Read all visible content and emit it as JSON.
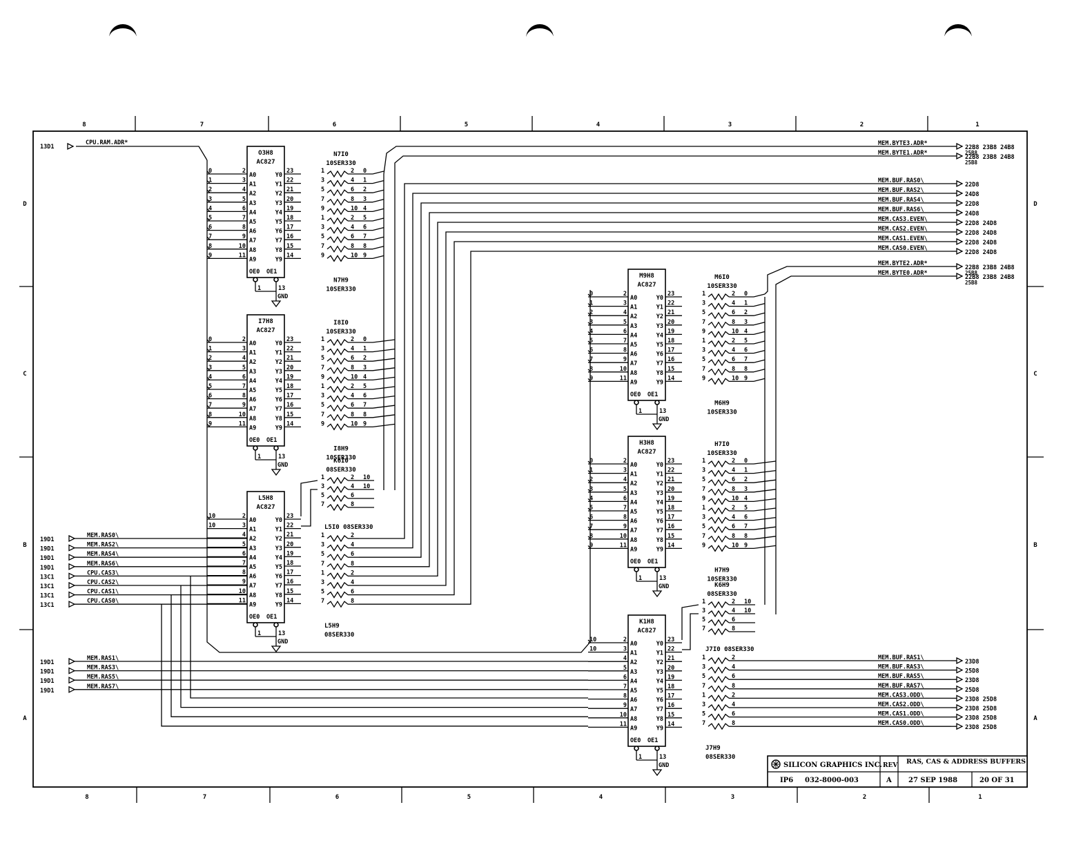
{
  "frame": {
    "columns": [
      "8",
      "7",
      "6",
      "5",
      "4",
      "3",
      "2",
      "1"
    ],
    "rows": [
      "D",
      "C",
      "B",
      "A"
    ]
  },
  "colors": {
    "ink": "#000000",
    "paper": "#ffffff"
  },
  "title_block": {
    "company": "SILICON GRAPHICS INC.",
    "rev_label": "REV",
    "rev": "A",
    "title": "RAS, CAS & ADDRESS BUFFERS",
    "doc_prefix": "IP6",
    "doc_number": "032-8000-003",
    "date": "27 SEP 1988",
    "sheet": "20 OF 31"
  },
  "top_input": {
    "ref": "13D1",
    "label": "CPU.RAM.ADR*"
  },
  "gnd_label": "GND",
  "buffers": [
    {
      "id": "O3H8",
      "type": "AC827",
      "oe": [
        "OE0",
        "OE1"
      ],
      "oe_pins": [
        "1",
        "13"
      ],
      "in_bits": [
        "0",
        "1",
        "2",
        "3",
        "4",
        "5",
        "6",
        "7",
        "8",
        "9"
      ],
      "a_pins": [
        "2",
        "3",
        "4",
        "5",
        "6",
        "7",
        "8",
        "9",
        "10",
        "11"
      ],
      "a_labels": [
        "A0",
        "A1",
        "A2",
        "A3",
        "A4",
        "A5",
        "A6",
        "A7",
        "A8",
        "A9"
      ],
      "y_pins": [
        "23",
        "22",
        "21",
        "20",
        "19",
        "18",
        "17",
        "16",
        "15",
        "14"
      ],
      "y_labels": [
        "Y0",
        "Y1",
        "Y2",
        "Y3",
        "Y4",
        "Y5",
        "Y6",
        "Y7",
        "Y8",
        "Y9"
      ]
    },
    {
      "id": "I7H8",
      "type": "AC827",
      "oe": [
        "OE0",
        "OE1"
      ],
      "oe_pins": [
        "1",
        "13"
      ],
      "in_bits": [
        "0",
        "1",
        "2",
        "3",
        "4",
        "5",
        "6",
        "7",
        "8",
        "9"
      ],
      "a_pins": [
        "2",
        "3",
        "4",
        "5",
        "6",
        "7",
        "8",
        "9",
        "10",
        "11"
      ],
      "a_labels": [
        "A0",
        "A1",
        "A2",
        "A3",
        "A4",
        "A5",
        "A6",
        "A7",
        "A8",
        "A9"
      ],
      "y_pins": [
        "23",
        "22",
        "21",
        "20",
        "19",
        "18",
        "17",
        "16",
        "15",
        "14"
      ],
      "y_labels": [
        "Y0",
        "Y1",
        "Y2",
        "Y3",
        "Y4",
        "Y5",
        "Y6",
        "Y7",
        "Y8",
        "Y9"
      ]
    },
    {
      "id": "L5H8",
      "type": "AC827",
      "oe": [
        "OE0",
        "OE1"
      ],
      "oe_pins": [
        "1",
        "13"
      ],
      "in_bits": [
        "10",
        "10",
        "",
        "",
        "",
        "",
        "",
        "",
        "",
        ""
      ],
      "a_pins": [
        "2",
        "3",
        "4",
        "5",
        "6",
        "7",
        "8",
        "9",
        "10",
        "11"
      ],
      "a_labels": [
        "A0",
        "A1",
        "A2",
        "A3",
        "A4",
        "A5",
        "A6",
        "A7",
        "A8",
        "A9"
      ],
      "y_pins": [
        "23",
        "22",
        "21",
        "20",
        "19",
        "18",
        "17",
        "16",
        "15",
        "14"
      ],
      "y_labels": [
        "Y0",
        "Y1",
        "Y2",
        "Y3",
        "Y4",
        "Y5",
        "Y6",
        "Y7",
        "Y8",
        "Y9"
      ]
    },
    {
      "id": "M9H8",
      "type": "AC827",
      "oe": [
        "OE0",
        "OE1"
      ],
      "oe_pins": [
        "1",
        "13"
      ],
      "in_bits": [
        "0",
        "1",
        "2",
        "3",
        "4",
        "5",
        "6",
        "7",
        "8",
        "9"
      ],
      "a_pins": [
        "2",
        "3",
        "4",
        "5",
        "6",
        "7",
        "8",
        "9",
        "10",
        "11"
      ],
      "a_labels": [
        "A0",
        "A1",
        "A2",
        "A3",
        "A4",
        "A5",
        "A6",
        "A7",
        "A8",
        "A9"
      ],
      "y_pins": [
        "23",
        "22",
        "21",
        "20",
        "19",
        "18",
        "17",
        "16",
        "15",
        "14"
      ],
      "y_labels": [
        "Y0",
        "Y1",
        "Y2",
        "Y3",
        "Y4",
        "Y5",
        "Y6",
        "Y7",
        "Y8",
        "Y9"
      ]
    },
    {
      "id": "H3H8",
      "type": "AC827",
      "oe": [
        "OE0",
        "OE1"
      ],
      "oe_pins": [
        "1",
        "13"
      ],
      "in_bits": [
        "0",
        "1",
        "2",
        "3",
        "4",
        "5",
        "6",
        "7",
        "8",
        "9"
      ],
      "a_pins": [
        "2",
        "3",
        "4",
        "5",
        "6",
        "7",
        "8",
        "9",
        "10",
        "11"
      ],
      "a_labels": [
        "A0",
        "A1",
        "A2",
        "A3",
        "A4",
        "A5",
        "A6",
        "A7",
        "A8",
        "A9"
      ],
      "y_pins": [
        "23",
        "22",
        "21",
        "20",
        "19",
        "18",
        "17",
        "16",
        "15",
        "14"
      ],
      "y_labels": [
        "Y0",
        "Y1",
        "Y2",
        "Y3",
        "Y4",
        "Y5",
        "Y6",
        "Y7",
        "Y8",
        "Y9"
      ]
    },
    {
      "id": "K1H8",
      "type": "AC827",
      "oe": [
        "OE0",
        "OE1"
      ],
      "oe_pins": [
        "1",
        "13"
      ],
      "in_bits": [
        "10",
        "10",
        "",
        "",
        "",
        "",
        "",
        "",
        "",
        ""
      ],
      "a_pins": [
        "2",
        "3",
        "4",
        "5",
        "6",
        "7",
        "8",
        "9",
        "10",
        "11"
      ],
      "a_labels": [
        "A0",
        "A1",
        "A2",
        "A3",
        "A4",
        "A5",
        "A6",
        "A7",
        "A8",
        "A9"
      ],
      "y_pins": [
        "23",
        "22",
        "21",
        "20",
        "19",
        "18",
        "17",
        "16",
        "15",
        "14"
      ],
      "y_labels": [
        "Y0",
        "Y1",
        "Y2",
        "Y3",
        "Y4",
        "Y5",
        "Y6",
        "Y7",
        "Y8",
        "Y9"
      ]
    }
  ],
  "resistor_packs": [
    {
      "top": "N7I0 10SER330",
      "bottom": "N7H9 10SER330",
      "left_pins": [
        "1",
        "3",
        "5",
        "7",
        "9",
        "1",
        "3",
        "5",
        "7",
        "9"
      ],
      "right_pins": [
        "2",
        "4",
        "6",
        "8",
        "10",
        "2",
        "4",
        "6",
        "8",
        "10"
      ],
      "out_bits": [
        "0",
        "1",
        "2",
        "3",
        "4",
        "5",
        "6",
        "7",
        "8",
        "9"
      ]
    },
    {
      "top": "I8I0 10SER330",
      "bottom": "I8H9 10SER330",
      "left_pins": [
        "1",
        "3",
        "5",
        "7",
        "9",
        "1",
        "3",
        "5",
        "7",
        "9"
      ],
      "right_pins": [
        "2",
        "4",
        "6",
        "8",
        "10",
        "2",
        "4",
        "6",
        "8",
        "10"
      ],
      "out_bits": [
        "0",
        "1",
        "2",
        "3",
        "4",
        "5",
        "6",
        "7",
        "8",
        "9"
      ]
    },
    {
      "top": "K6I0 08SER330",
      "bottom": "",
      "left_pins": [
        "1",
        "3",
        "5",
        "7"
      ],
      "right_pins": [
        "2",
        "4",
        "6",
        "8"
      ],
      "out_bits": [
        "10",
        "10",
        "",
        ""
      ]
    },
    {
      "top": "L5I0 08SER330",
      "bottom": "L5H9 08SER330",
      "left_pins": [
        "1",
        "3",
        "5",
        "7",
        "1",
        "3",
        "5",
        "7"
      ],
      "right_pins": [
        "2",
        "4",
        "6",
        "8",
        "2",
        "4",
        "6",
        "8"
      ],
      "out_bits": [
        "",
        "",
        "",
        "",
        "",
        "",
        "",
        ""
      ]
    },
    {
      "top": "M6I0 10SER330",
      "bottom": "M6H9 10SER330",
      "left_pins": [
        "1",
        "3",
        "5",
        "7",
        "9",
        "1",
        "3",
        "5",
        "7",
        "9"
      ],
      "right_pins": [
        "2",
        "4",
        "6",
        "8",
        "10",
        "2",
        "4",
        "6",
        "8",
        "10"
      ],
      "out_bits": [
        "0",
        "1",
        "2",
        "3",
        "4",
        "5",
        "6",
        "7",
        "8",
        "9"
      ]
    },
    {
      "top": "H7I0 10SER330",
      "bottom": "H7H9 10SER330",
      "left_pins": [
        "1",
        "3",
        "5",
        "7",
        "9",
        "1",
        "3",
        "5",
        "7",
        "9"
      ],
      "right_pins": [
        "2",
        "4",
        "6",
        "8",
        "10",
        "2",
        "4",
        "6",
        "8",
        "10"
      ],
      "out_bits": [
        "0",
        "1",
        "2",
        "3",
        "4",
        "5",
        "6",
        "7",
        "8",
        "9"
      ]
    },
    {
      "top": "K6H9 08SER330",
      "bottom": "",
      "left_pins": [
        "1",
        "3",
        "5",
        "7"
      ],
      "right_pins": [
        "2",
        "4",
        "6",
        "8"
      ],
      "out_bits": [
        "10",
        "10",
        "",
        ""
      ]
    },
    {
      "top": "J7I0 08SER330",
      "bottom": "J7H9 08SER330",
      "left_pins": [
        "1",
        "3",
        "5",
        "7",
        "1",
        "3",
        "5",
        "7"
      ],
      "right_pins": [
        "2",
        "4",
        "6",
        "8",
        "2",
        "4",
        "6",
        "8"
      ],
      "out_bits": [
        "",
        "",
        "",
        "",
        "",
        "",
        "",
        ""
      ]
    }
  ],
  "left_inputs_b": [
    {
      "ref": "19D1",
      "label": "MEM.RAS0\\"
    },
    {
      "ref": "19D1",
      "label": "MEM.RAS2\\"
    },
    {
      "ref": "19D1",
      "label": "MEM.RAS4\\"
    },
    {
      "ref": "19D1",
      "label": "MEM.RAS6\\"
    },
    {
      "ref": "13C1",
      "label": "CPU.CAS3\\"
    },
    {
      "ref": "13C1",
      "label": "CPU.CAS2\\"
    },
    {
      "ref": "13C1",
      "label": "CPU.CAS1\\"
    },
    {
      "ref": "13C1",
      "label": "CPU.CAS0\\"
    }
  ],
  "left_inputs_a": [
    {
      "ref": "19D1",
      "label": "MEM.RAS1\\"
    },
    {
      "ref": "19D1",
      "label": "MEM.RAS3\\"
    },
    {
      "ref": "19D1",
      "label": "MEM.RAS5\\"
    },
    {
      "ref": "19D1",
      "label": "MEM.RAS7\\"
    }
  ],
  "outputs_top": [
    {
      "label": "MEM.BYTE3.ADR*",
      "refs": "22B8 23B8 24B8",
      "refs2": "25B8"
    },
    {
      "label": "MEM.BYTE1.ADR*",
      "refs": "22B8 23B8 24B8",
      "refs2": "25B8"
    },
    {
      "label": "MEM.BUF.RAS0\\",
      "refs": "22D8",
      "refs2": ""
    },
    {
      "label": "MEM.BUF.RAS2\\",
      "refs": "24D8",
      "refs2": ""
    },
    {
      "label": "MEM.BUF.RAS4\\",
      "refs": "22D8",
      "refs2": ""
    },
    {
      "label": "MEM.BUF.RAS6\\",
      "refs": "24D8",
      "refs2": ""
    },
    {
      "label": "MEM.CAS3.EVEN\\",
      "refs": "22D8 24D8",
      "refs2": ""
    },
    {
      "label": "MEM.CAS2.EVEN\\",
      "refs": "22D8 24D8",
      "refs2": ""
    },
    {
      "label": "MEM.CAS1.EVEN\\",
      "refs": "22D8 24D8",
      "refs2": ""
    },
    {
      "label": "MEM.CAS0.EVEN\\",
      "refs": "22D8 24D8",
      "refs2": ""
    },
    {
      "label": "MEM.BYTE2.ADR*",
      "refs": "22B8 23B8 24B8",
      "refs2": "25B8"
    },
    {
      "label": "MEM.BYTE0.ADR*",
      "refs": "22B8 23B8 24B8",
      "refs2": "25B8"
    }
  ],
  "outputs_bottom": [
    {
      "label": "MEM.BUF.RAS1\\",
      "refs": "23D8"
    },
    {
      "label": "MEM.BUF.RAS3\\",
      "refs": "25D8"
    },
    {
      "label": "MEM.BUF.RAS5\\",
      "refs": "23D8"
    },
    {
      "label": "MEM.BUF.RAS7\\",
      "refs": "25D8"
    },
    {
      "label": "MEM.CAS3.ODD\\",
      "refs": "23D8 25D8"
    },
    {
      "label": "MEM.CAS2.ODD\\",
      "refs": "23D8 25D8"
    },
    {
      "label": "MEM.CAS1.ODD\\",
      "refs": "23D8 25D8"
    },
    {
      "label": "MEM.CAS0.ODD\\",
      "refs": "23D8 25D8"
    }
  ]
}
